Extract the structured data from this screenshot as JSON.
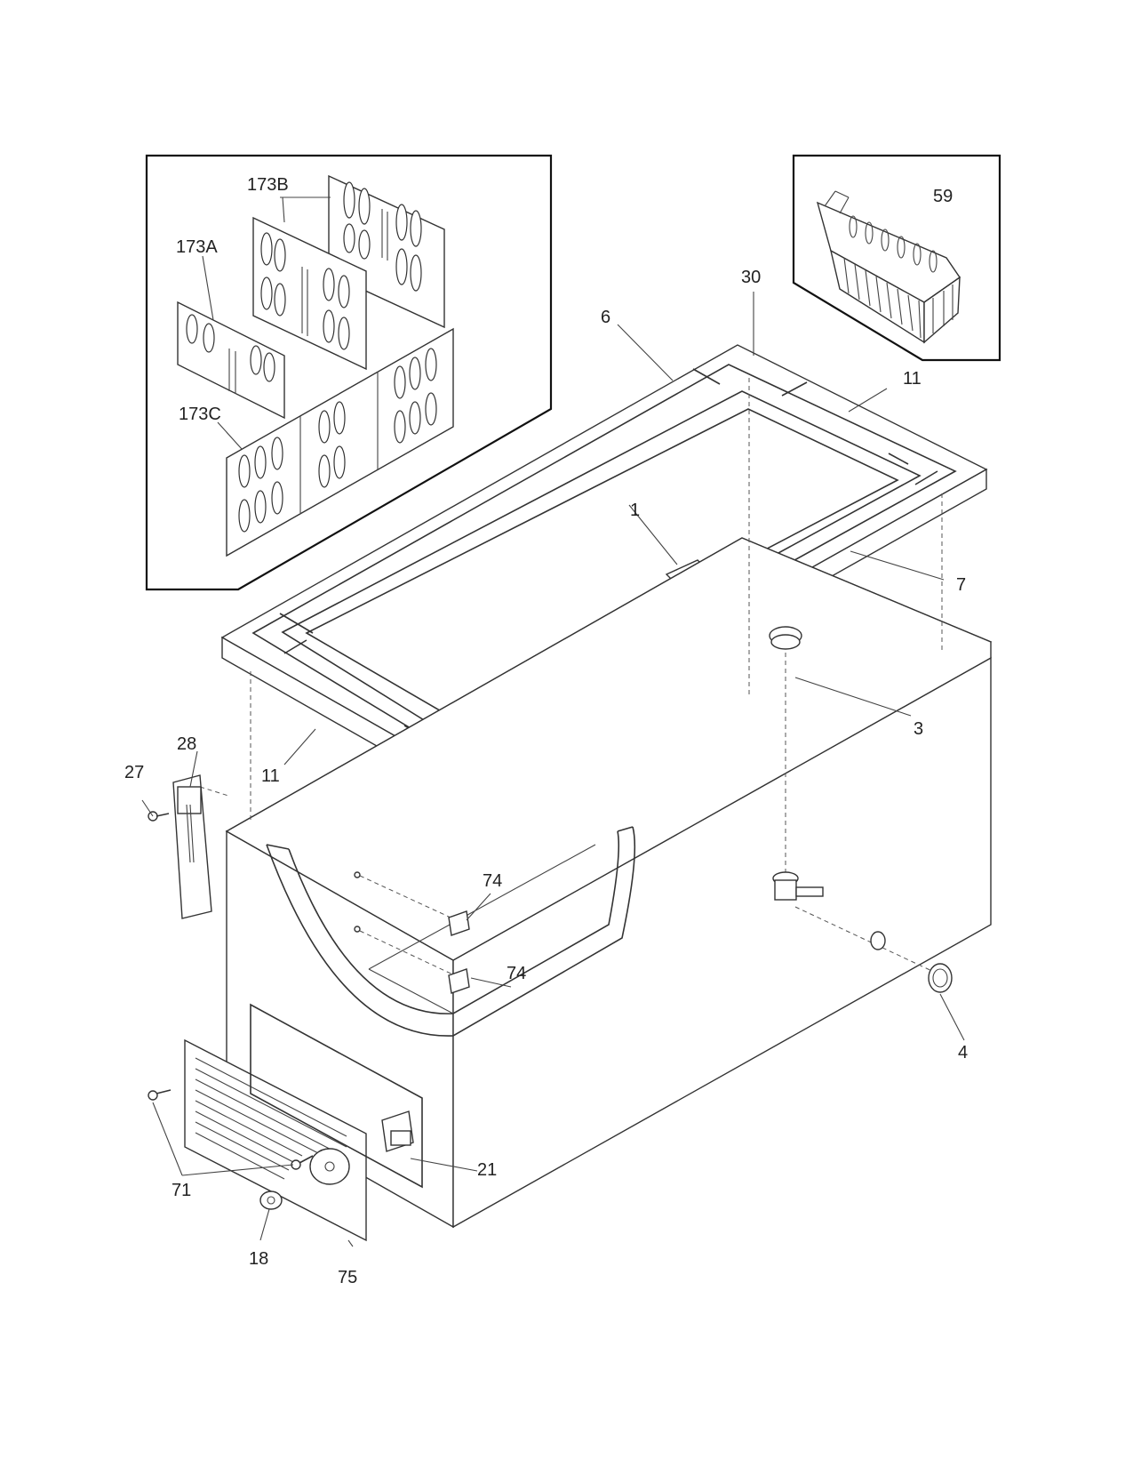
{
  "labels": {
    "l1": "1",
    "l3": "3",
    "l4": "4",
    "l6": "6",
    "l7": "7",
    "l11a": "11",
    "l11b": "11",
    "l18": "18",
    "l21": "21",
    "l27": "27",
    "l28": "28",
    "l30": "30",
    "l59": "59",
    "l71": "71",
    "l74a": "74",
    "l74b": "74",
    "l75": "75",
    "l173A": "173A",
    "l173B": "173B",
    "l173C": "173C"
  }
}
